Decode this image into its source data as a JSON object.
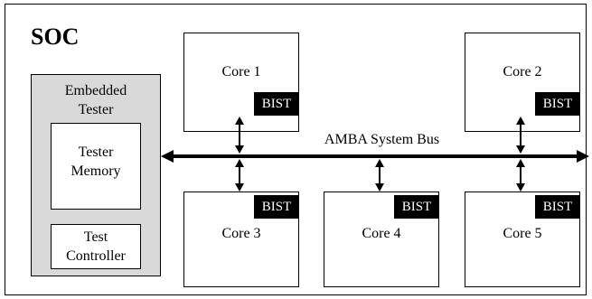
{
  "diagram": {
    "soc_title": "SOC",
    "embedded_tester": {
      "title_line1": "Embedded",
      "title_line2": "Tester",
      "memory_line1": "Tester",
      "memory_line2": "Memory",
      "controller_line1": "Test",
      "controller_line2": "Controller"
    },
    "bus_label": "AMBA System Bus",
    "bist_label": "BIST",
    "cores": {
      "core1": "Core 1",
      "core2": "Core 2",
      "core3": "Core 3",
      "core4": "Core 4",
      "core5": "Core 5"
    }
  }
}
